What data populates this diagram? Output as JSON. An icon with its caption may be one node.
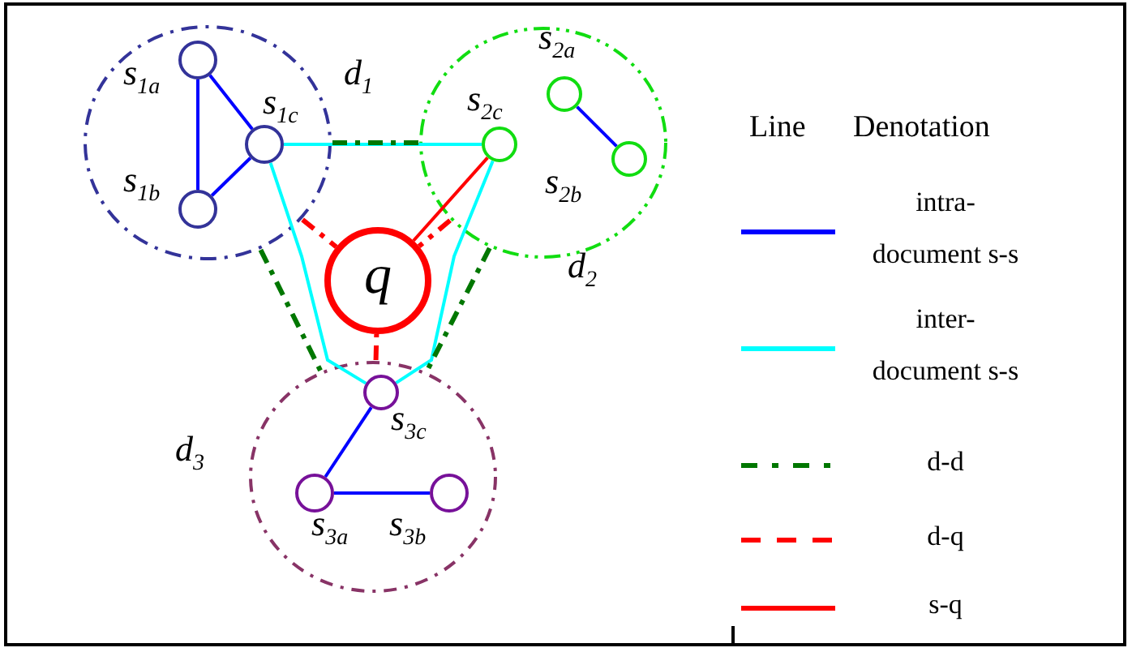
{
  "diagram": {
    "nodes": [
      {
        "text": [],
        "shape": "circle",
        "beside": [
          "d$_{1}$"
        ]
      },
      {
        "text": [],
        "shape": "circle",
        "in": 0,
        "beside": [
          "s$_{1a}$"
        ]
      },
      {
        "text": [],
        "shape": "circle",
        "in": 0,
        "beside": [
          "s$_{1b}$"
        ]
      },
      {
        "text": [],
        "shape": "circle",
        "in": 0,
        "beside": [
          "s$_{1c}$"
        ]
      },
      {
        "text": [],
        "shape": "circle",
        "beside": [
          "d$_{2}$"
        ]
      },
      {
        "text": [],
        "shape": "circle",
        "in": 4,
        "beside": [
          "s$_{2a}$"
        ]
      },
      {
        "text": [],
        "shape": "circle",
        "in": 4,
        "beside": [
          "s$_{2b}$"
        ]
      },
      {
        "text": [],
        "shape": "circle",
        "in": 4,
        "beside": [
          "s$_{2c}$"
        ]
      },
      {
        "text": [
          "q"
        ]
      },
      {
        "text": [],
        "shape": "circle",
        "beside": [
          "d$_{3}$"
        ]
      },
      {
        "text": [],
        "shape": "circle",
        "in": 9,
        "beside": [
          "s$_{3a}$"
        ]
      },
      {
        "text": [],
        "shape": "circle",
        "in": 9,
        "beside": [
          "s$_{3b}$"
        ]
      },
      {
        "text": [],
        "shape": "circle",
        "in": 9,
        "beside": [
          "s$_{3c}$"
        ]
      }
    ],
    "edges": [
      {
        "from": 1,
        "to": 2,
        "arrow": "none"
      },
      {
        "from": 1,
        "to": 3,
        "arrow": "none"
      },
      {
        "from": 2,
        "to": 3,
        "arrow": "none"
      },
      {
        "from": 5,
        "to": 6,
        "arrow": "none"
      },
      {
        "from": 12,
        "to": 10,
        "arrow": "none"
      },
      {
        "from": 10,
        "to": 11,
        "arrow": "none"
      },
      {
        "from": 3,
        "to": 7,
        "arrow": "none",
        "color": "#00ffff"
      },
      {
        "from": 3,
        "to": 12,
        "arrow": "none",
        "color": "#00ffff"
      },
      {
        "from": 7,
        "to": 12,
        "arrow": "none",
        "color": "#00ffff"
      },
      {
        "from": 0,
        "to": 4,
        "arrow": "none",
        "style": "dashed",
        "color": "#007700"
      },
      {
        "from": 0,
        "to": 9,
        "arrow": "none",
        "style": "dashed",
        "color": "#007700"
      },
      {
        "from": 4,
        "to": 9,
        "arrow": "none",
        "style": "dashed",
        "color": "#007700"
      },
      {
        "from": 0,
        "to": 8,
        "arrow": "none",
        "style": "dashed",
        "color": "#ff0000"
      },
      {
        "from": 4,
        "to": 8,
        "arrow": "none",
        "style": "dashed",
        "color": "#ff0000"
      },
      {
        "from": 9,
        "to": 8,
        "arrow": "none",
        "style": "dashed",
        "color": "#ff0000"
      },
      {
        "from": 7,
        "to": 8,
        "arrow": "none",
        "color": "#ff0000"
      }
    ],
    "labels": [
      "Line",
      "Denotation"
    ],
    "legend": [
      {
        "text": "intra- document s-s"
      },
      {
        "text": "inter- document s-s"
      },
      {
        "text": "d-d"
      },
      {
        "text": "d-q"
      },
      {
        "text": "s-q"
      }
    ]
  }
}
